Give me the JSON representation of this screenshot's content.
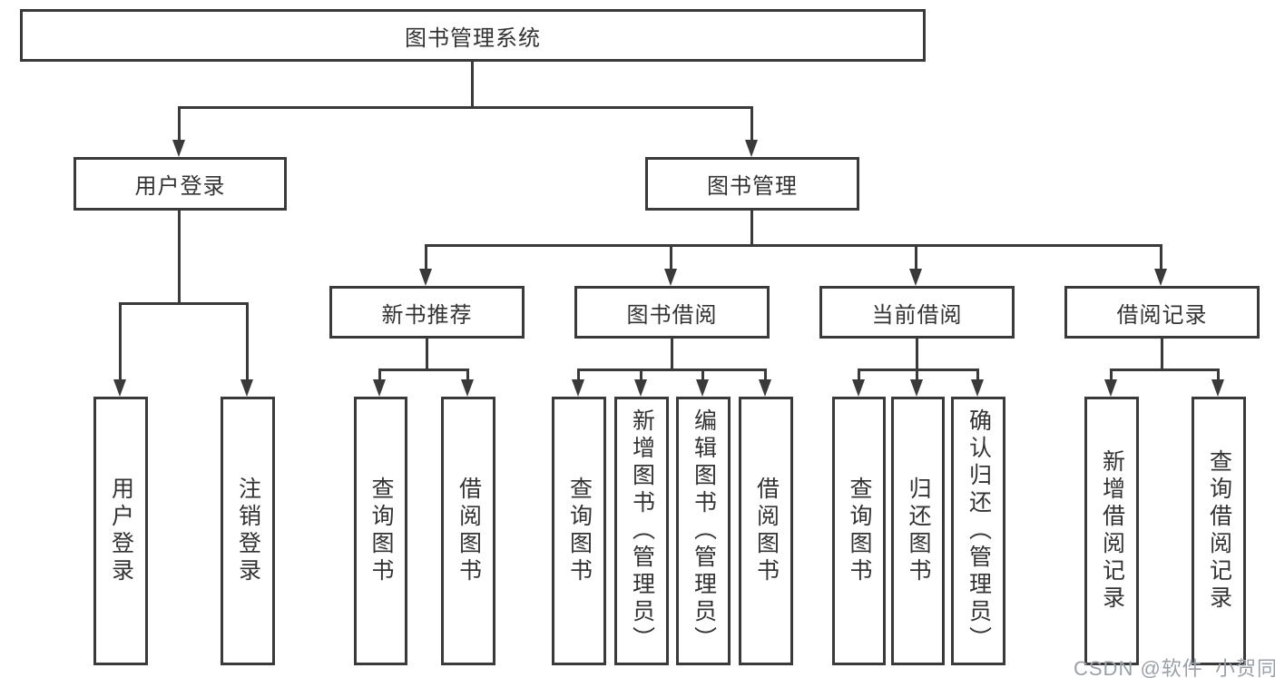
{
  "diagram": {
    "type": "hierarchy-tree",
    "colors": {
      "line": "#3a3a3a",
      "text": "#333333",
      "background": "#ffffff",
      "watermark": "#9aa0aa"
    },
    "tree": {
      "label": "图书管理系统",
      "children": [
        {
          "label": "用户登录",
          "children": [
            {
              "label": "用户登录"
            },
            {
              "label": "注销登录"
            }
          ]
        },
        {
          "label": "图书管理",
          "children": [
            {
              "label": "新书推荐",
              "children": [
                {
                  "label": "查询图书"
                },
                {
                  "label": "借阅图书"
                }
              ]
            },
            {
              "label": "图书借阅",
              "children": [
                {
                  "label": "查询图书"
                },
                {
                  "label": "新增图书（管理员）"
                },
                {
                  "label": "编辑图书（管理员）"
                },
                {
                  "label": "借阅图书"
                }
              ]
            },
            {
              "label": "当前借阅",
              "children": [
                {
                  "label": "查询图书"
                },
                {
                  "label": "归还图书"
                },
                {
                  "label": "确认归还（管理员）"
                }
              ]
            },
            {
              "label": "借阅记录",
              "children": [
                {
                  "label": "新增借阅记录"
                },
                {
                  "label": "查询借阅记录"
                }
              ]
            }
          ]
        }
      ]
    },
    "watermark": "CSDN @软件_小贺同学"
  }
}
